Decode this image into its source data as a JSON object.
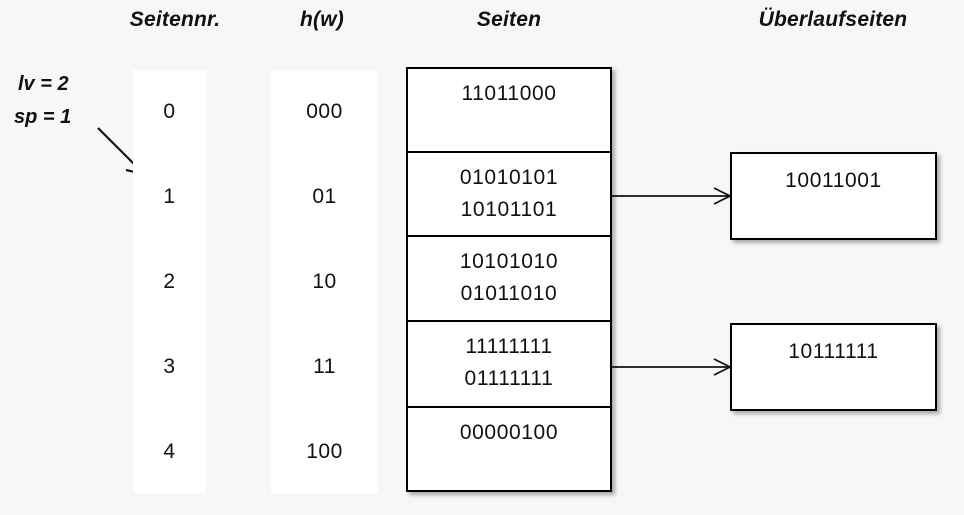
{
  "headers": {
    "page_number": "Seitennr.",
    "hash": "h(w)",
    "pages": "Seiten",
    "overflow_pages": "Überlaufseiten"
  },
  "params": {
    "lv": "lv = 2",
    "sp": "sp = 1"
  },
  "icons": {
    "pointer_arrow": "diagonal-arrow-icon",
    "connector_arrow": "right-arrow-icon"
  },
  "colors": {
    "background": "#f7f7f7",
    "column_fill": "#ffffff",
    "stroke": "#000000",
    "text": "#111111"
  },
  "table": {
    "page_numbers": [
      "0",
      "1",
      "2",
      "3",
      "4"
    ],
    "hash_values": [
      "000",
      "01",
      "10",
      "11",
      "100"
    ],
    "pages": [
      {
        "entries": [
          "11011000"
        ]
      },
      {
        "entries": [
          "01010101",
          "10101101"
        ]
      },
      {
        "entries": [
          "10101010",
          "01011010"
        ]
      },
      {
        "entries": [
          "11111111",
          "01111111"
        ]
      },
      {
        "entries": [
          "00000100"
        ]
      }
    ],
    "overflow_pages": [
      {
        "entries": [
          "10011001"
        ],
        "from_row": 1
      },
      {
        "entries": [
          "10111111"
        ],
        "from_row": 3
      }
    ]
  }
}
